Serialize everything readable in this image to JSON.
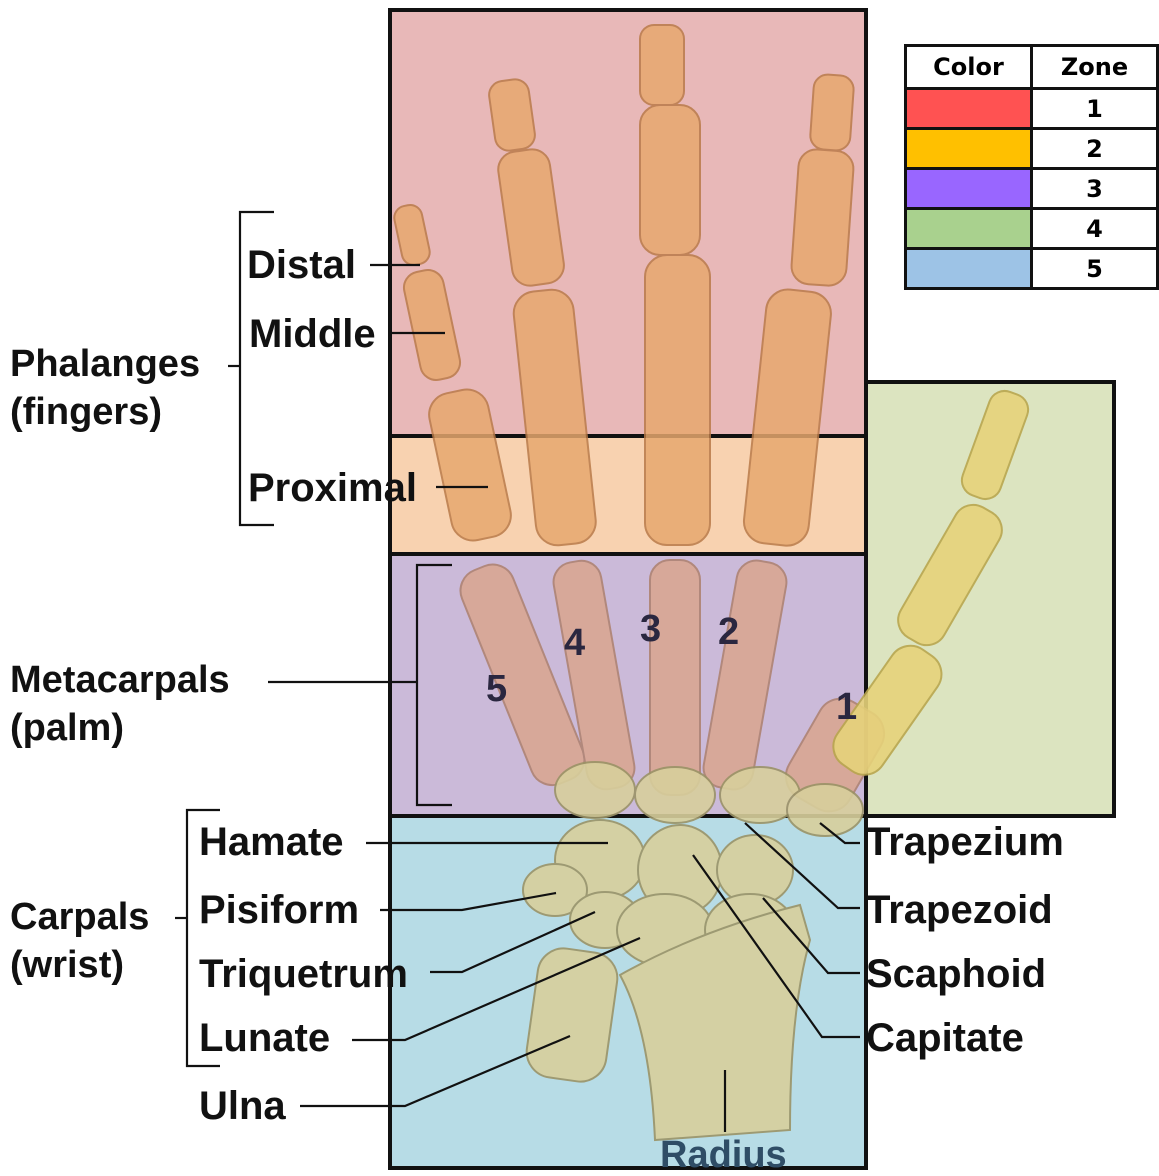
{
  "legend": {
    "header_color": "Color",
    "header_zone": "Zone",
    "rows": [
      {
        "zone": "1",
        "color": "#ff5252"
      },
      {
        "zone": "2",
        "color": "#ffc000"
      },
      {
        "zone": "3",
        "color": "#9966ff"
      },
      {
        "zone": "4",
        "color": "#a9d18e"
      },
      {
        "zone": "5",
        "color": "#9dc3e6"
      }
    ]
  },
  "groups": {
    "phalanges": {
      "name": "Phalanges",
      "note": "(fingers)"
    },
    "metacarpals": {
      "name": "Metacarpals",
      "note": "(palm)"
    },
    "carpals": {
      "name": "Carpals",
      "note": "(wrist)"
    }
  },
  "phalanx_labels": {
    "distal": "Distal",
    "middle": "Middle",
    "proximal": "Proximal"
  },
  "carpal_labels_left": {
    "hamate": "Hamate",
    "pisiform": "Pisiform",
    "triquetrum": "Triquetrum",
    "lunate": "Lunate",
    "ulna": "Ulna"
  },
  "carpal_labels_right": {
    "trapezium": "Trapezium",
    "trapezoid": "Trapezoid",
    "scaphoid": "Scaphoid",
    "capitate": "Capitate"
  },
  "radius_label": "Radius",
  "metacarpal_numbers": [
    "5",
    "4",
    "3",
    "2",
    "1"
  ],
  "zone_tints": {
    "zone1": "#e8b8b8",
    "zone2": "#f8d2b0",
    "zone3": "#cbbad9",
    "zone4": "#dce4c0",
    "zone5": "#b7dce6"
  },
  "bone_colors": {
    "bone": "#e7a86e",
    "bone_dark": "#b97a48",
    "bone_yellow": "#e6d27a",
    "bone_wrist": "#d8cf9c"
  }
}
